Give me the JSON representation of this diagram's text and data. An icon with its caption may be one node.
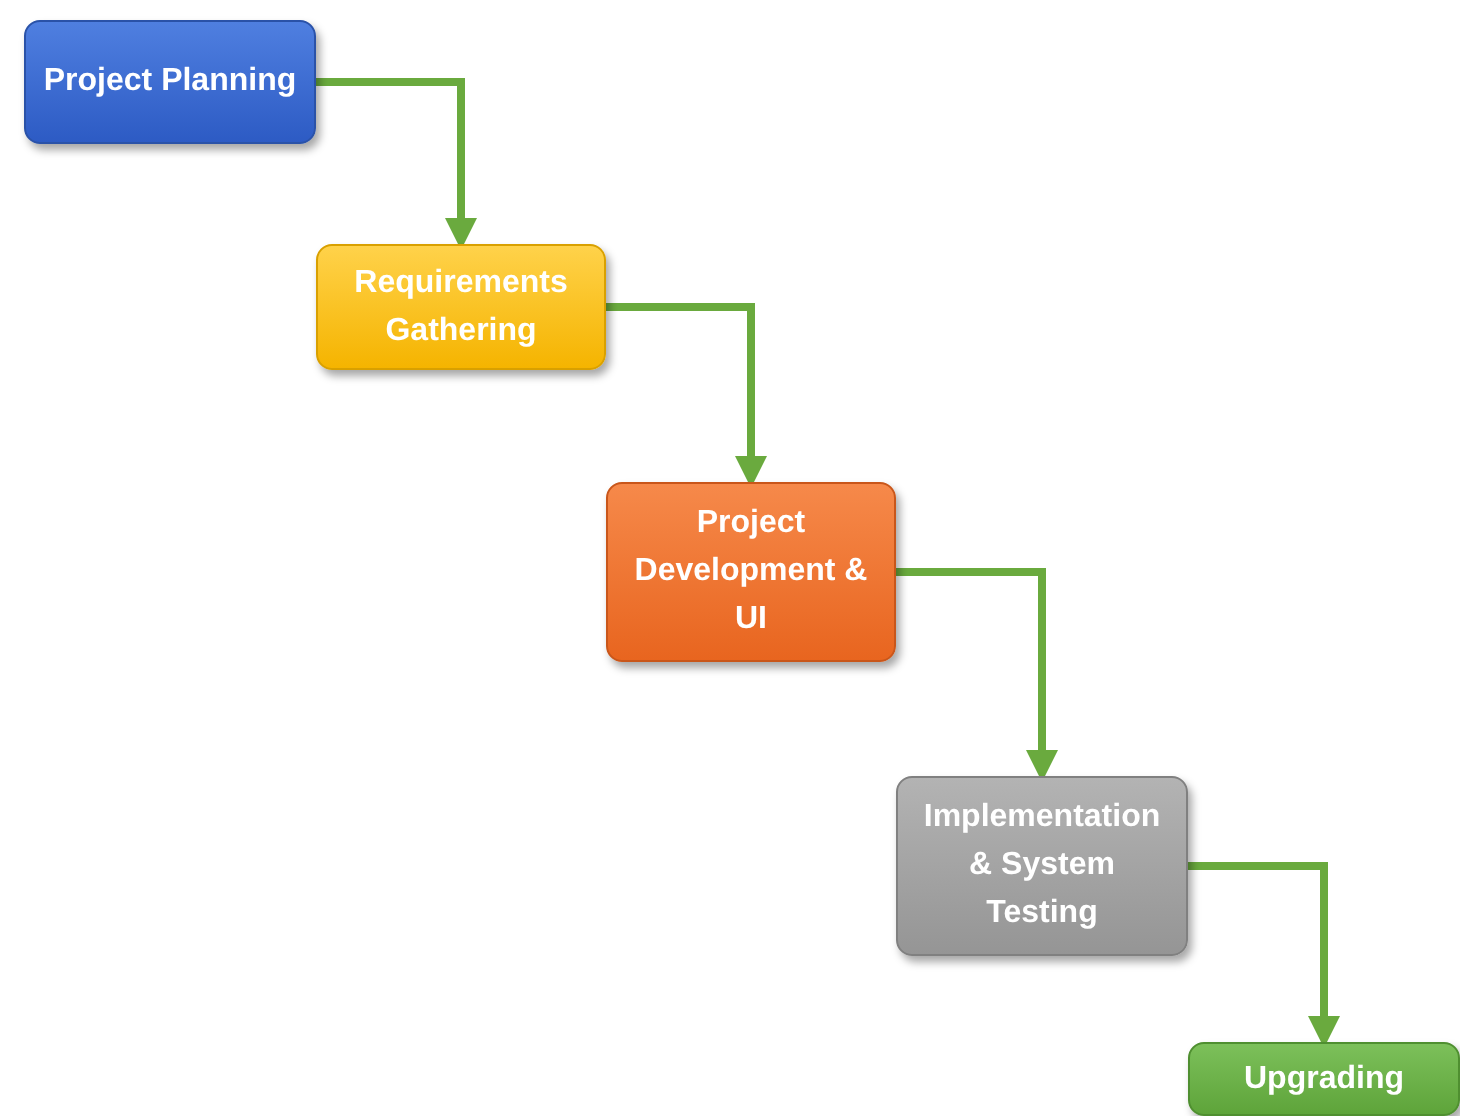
{
  "diagram": {
    "nodes": [
      {
        "text": [
          "Project Planning"
        ]
      },
      {
        "text": [
          "Requirements Gathering"
        ]
      },
      {
        "text": [
          "Project Development & UI"
        ]
      },
      {
        "text": [
          "Implementation & System Testing"
        ]
      },
      {
        "text": [
          "Upgrading"
        ]
      }
    ],
    "edges": [
      {
        "from": 0,
        "to": 1,
        "arrow": "to"
      },
      {
        "from": 1,
        "to": 2,
        "arrow": "to"
      },
      {
        "from": 2,
        "to": 3,
        "arrow": "to"
      },
      {
        "from": 3,
        "to": 4,
        "arrow": "to"
      }
    ]
  }
}
